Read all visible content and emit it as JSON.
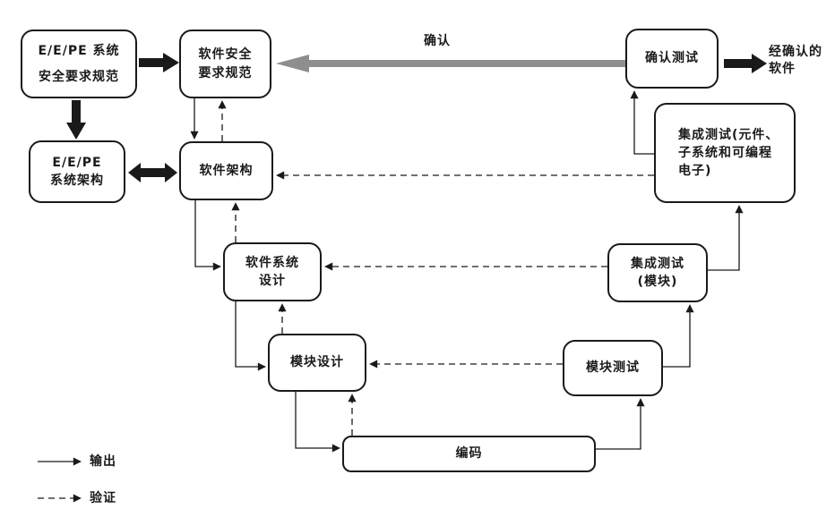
{
  "diagram": {
    "boxes": {
      "ee_pe_req": "E/E/PE 系统\n安全要求规范",
      "sw_safety_req": "软件安全\n要求规范",
      "ee_pe_arch": "E/E/PE\n系统架构",
      "sw_arch": "软件架构",
      "sw_sys_design": "软件系统\n设计",
      "module_design": "模块设计",
      "coding": "编码",
      "module_test": "模块测试",
      "int_test_module": "集成测试\n(模块)",
      "int_test_pe": "集成测试(元件、\n子系统和可编程\n电子)",
      "validation_test": "确认测试"
    },
    "labels": {
      "validation_arrow": "确认",
      "validated_software": "经确认的\n软件"
    },
    "legend": {
      "output": "输出",
      "verification": "验证"
    },
    "colors": {
      "line": "#1a1a1a",
      "validation_arrow_gray": "#8e8e8e",
      "box_fill": "#ffffff"
    }
  }
}
